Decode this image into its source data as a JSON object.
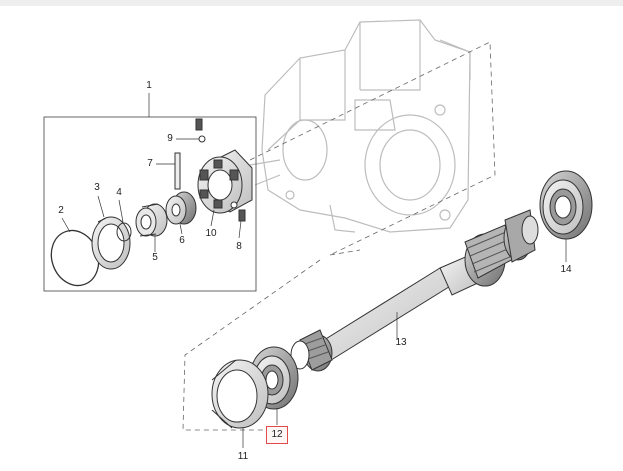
{
  "diagram": {
    "highlighted_part": "12",
    "highlight_color": "#e14b4b",
    "line_color": "#333333",
    "ghost_color": "#bdbdbd",
    "callouts": [
      "1",
      "2",
      "3",
      "4",
      "5",
      "6",
      "7",
      "8",
      "9",
      "10",
      "11",
      "12",
      "13",
      "14"
    ]
  },
  "parts": [
    {
      "name": "case-housing-ghost",
      "label": ""
    },
    {
      "name": "differential-group",
      "label": "1"
    },
    {
      "name": "snap-ring",
      "label": "2"
    },
    {
      "name": "bearing-cup",
      "label": "3"
    },
    {
      "name": "washer",
      "label": "4"
    },
    {
      "name": "roller-bearing",
      "label": "5"
    },
    {
      "name": "pinion-gear",
      "label": "6"
    },
    {
      "name": "pin",
      "label": "7"
    },
    {
      "name": "set-screw-lower",
      "label": "8"
    },
    {
      "name": "set-screw-upper",
      "label": "9"
    },
    {
      "name": "differential-housing",
      "label": "10"
    },
    {
      "name": "seal-ring",
      "label": "11"
    },
    {
      "name": "bearing",
      "label": "12"
    },
    {
      "name": "drive-shaft",
      "label": "13"
    },
    {
      "name": "ball-bearing",
      "label": "14"
    }
  ]
}
